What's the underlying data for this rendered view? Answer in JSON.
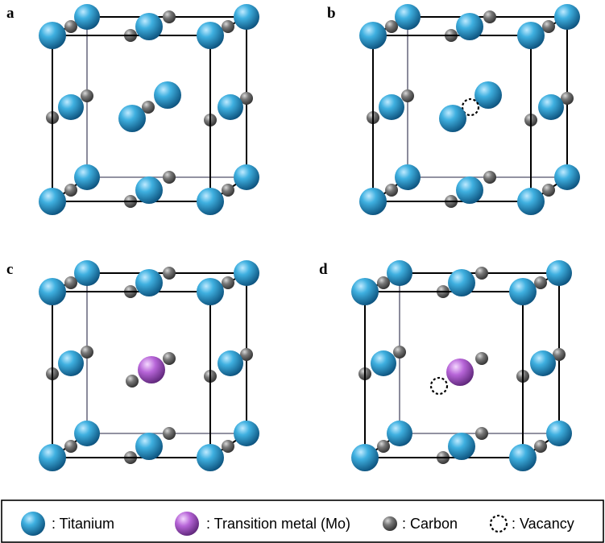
{
  "panels": [
    {
      "label": "a",
      "center": "carbon-pair"
    },
    {
      "label": "b",
      "center": "carbon-vacancy"
    },
    {
      "label": "c",
      "center": "mo-carbon"
    },
    {
      "label": "d",
      "center": "mo-vacancy"
    }
  ],
  "legend": {
    "titanium": ": Titanium",
    "transition_metal": ": Transition metal (Mo)",
    "carbon": ": Carbon",
    "vacancy": ": Vacancy"
  },
  "colors": {
    "titanium": "#2a9bd0",
    "transition_metal": "#b060d0",
    "carbon": "#6e6e6e",
    "vacancy": "#000000"
  }
}
